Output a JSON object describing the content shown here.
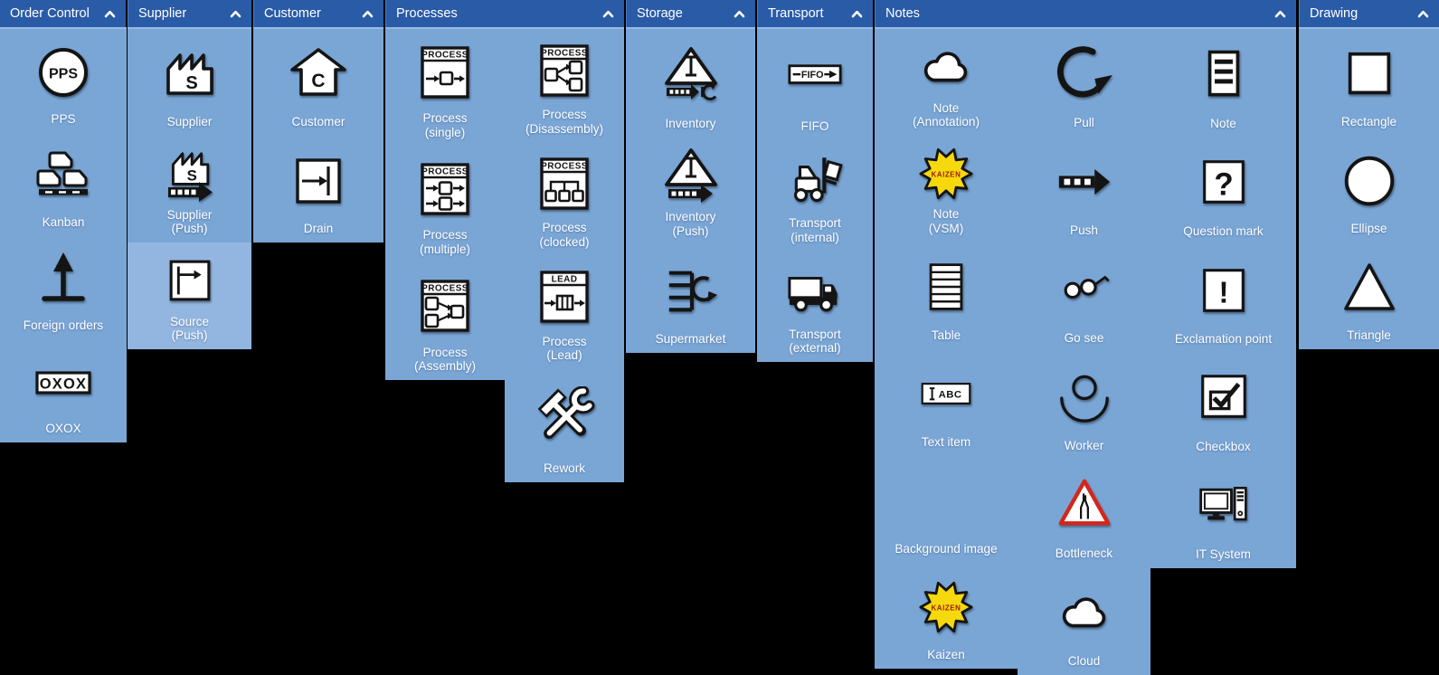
{
  "palette": {
    "colors": {
      "background": "#000000",
      "header_bg": "#2a5ba7",
      "panel_bg": "#7aa6d6",
      "highlight_bg": "#93b6e1",
      "label_text": "#ffffff",
      "icon_ink": "#141414",
      "kaizen_yellow": "#f6d90c",
      "kaizen_text": "#9c1c0e",
      "bottleneck_red": "#d3261c"
    },
    "header_collapse_icon": "chevron-up-icon",
    "panels": [
      {
        "title": "Order Control",
        "groups": [
          {
            "items": [
              {
                "label": "PPS",
                "icon": "pps-icon"
              },
              {
                "label": "Kanban",
                "icon": "kanban-cards-icon"
              },
              {
                "label": "Foreign orders",
                "icon": "up-arrow-icon"
              },
              {
                "label": "OXOX",
                "icon": "oxox-icon"
              }
            ]
          }
        ]
      },
      {
        "title": "Supplier",
        "groups": [
          {
            "items": [
              {
                "label": "Supplier",
                "icon": "factory-icon"
              },
              {
                "label": "Supplier\n(Push)",
                "icon": "factory-push-arrow-icon"
              },
              {
                "label": "Source\n(Push)",
                "icon": "source-push-icon",
                "highlighted": true
              }
            ]
          }
        ]
      },
      {
        "title": "Customer",
        "groups": [
          {
            "items": [
              {
                "label": "Customer",
                "icon": "house-icon"
              },
              {
                "label": "Drain",
                "icon": "drain-icon"
              }
            ]
          }
        ]
      },
      {
        "title": "Processes",
        "groups": [
          {
            "items": [
              {
                "label": "Process\n(single)",
                "icon": "process-single-icon"
              },
              {
                "label": "Process\n(multiple)",
                "icon": "process-multiple-icon"
              },
              {
                "label": "Process\n(Assembly)",
                "icon": "process-assembly-icon"
              }
            ]
          },
          {
            "items": [
              {
                "label": "Process\n(Disassembly)",
                "icon": "process-disassembly-icon"
              },
              {
                "label": "Process\n(clocked)",
                "icon": "process-clocked-icon"
              },
              {
                "label": "Process\n(Lead)",
                "icon": "process-lead-icon"
              },
              {
                "label": "Rework",
                "icon": "tools-icon"
              }
            ]
          }
        ]
      },
      {
        "title": "Storage",
        "groups": [
          {
            "items": [
              {
                "label": "Inventory",
                "icon": "inventory-triangle-hook-icon"
              },
              {
                "label": "Inventory\n(Push)",
                "icon": "inventory-triangle-push-icon"
              },
              {
                "label": "Supermarket",
                "icon": "supermarket-shelf-icon"
              }
            ]
          }
        ]
      },
      {
        "title": "Transport",
        "groups": [
          {
            "items": [
              {
                "label": "FIFO",
                "icon": "fifo-lane-icon"
              },
              {
                "label": "Transport\n(internal)",
                "icon": "forklift-icon"
              },
              {
                "label": "Transport\n(external)",
                "icon": "truck-icon"
              }
            ]
          }
        ]
      },
      {
        "title": "Notes",
        "groups": [
          {
            "items": [
              {
                "label": "Note\n(Annotation)",
                "icon": "cloud-icon"
              },
              {
                "label": "Note\n(VSM)",
                "icon": "kaizen-burst-icon"
              },
              {
                "label": "Table",
                "icon": "table-icon"
              },
              {
                "label": "Text item",
                "icon": "text-cursor-icon"
              },
              {
                "label": "Background image",
                "icon": "image-icon"
              },
              {
                "label": "Kaizen",
                "icon": "kaizen-burst-icon"
              }
            ]
          },
          {
            "items": [
              {
                "label": "Pull",
                "icon": "pull-circle-arrow-icon"
              },
              {
                "label": "Push",
                "icon": "push-striped-arrow-icon"
              },
              {
                "label": "Go see",
                "icon": "glasses-icon"
              },
              {
                "label": "Worker",
                "icon": "worker-icon"
              },
              {
                "label": "Bottleneck",
                "icon": "bottleneck-sign-icon"
              },
              {
                "label": "Cloud",
                "icon": "cloud-icon"
              }
            ]
          },
          {
            "items": [
              {
                "label": "Note",
                "icon": "note-lines-icon"
              },
              {
                "label": "Question mark",
                "icon": "question-mark-icon"
              },
              {
                "label": "Exclamation point",
                "icon": "exclamation-icon"
              },
              {
                "label": "Checkbox",
                "icon": "checkbox-icon"
              },
              {
                "label": "IT System",
                "icon": "computer-icon"
              }
            ]
          }
        ]
      },
      {
        "title": "Drawing",
        "groups": [
          {
            "items": [
              {
                "label": "Rectangle",
                "icon": "rectangle-icon"
              },
              {
                "label": "Ellipse",
                "icon": "ellipse-icon"
              },
              {
                "label": "Triangle",
                "icon": "triangle-icon"
              }
            ]
          }
        ]
      }
    ]
  }
}
